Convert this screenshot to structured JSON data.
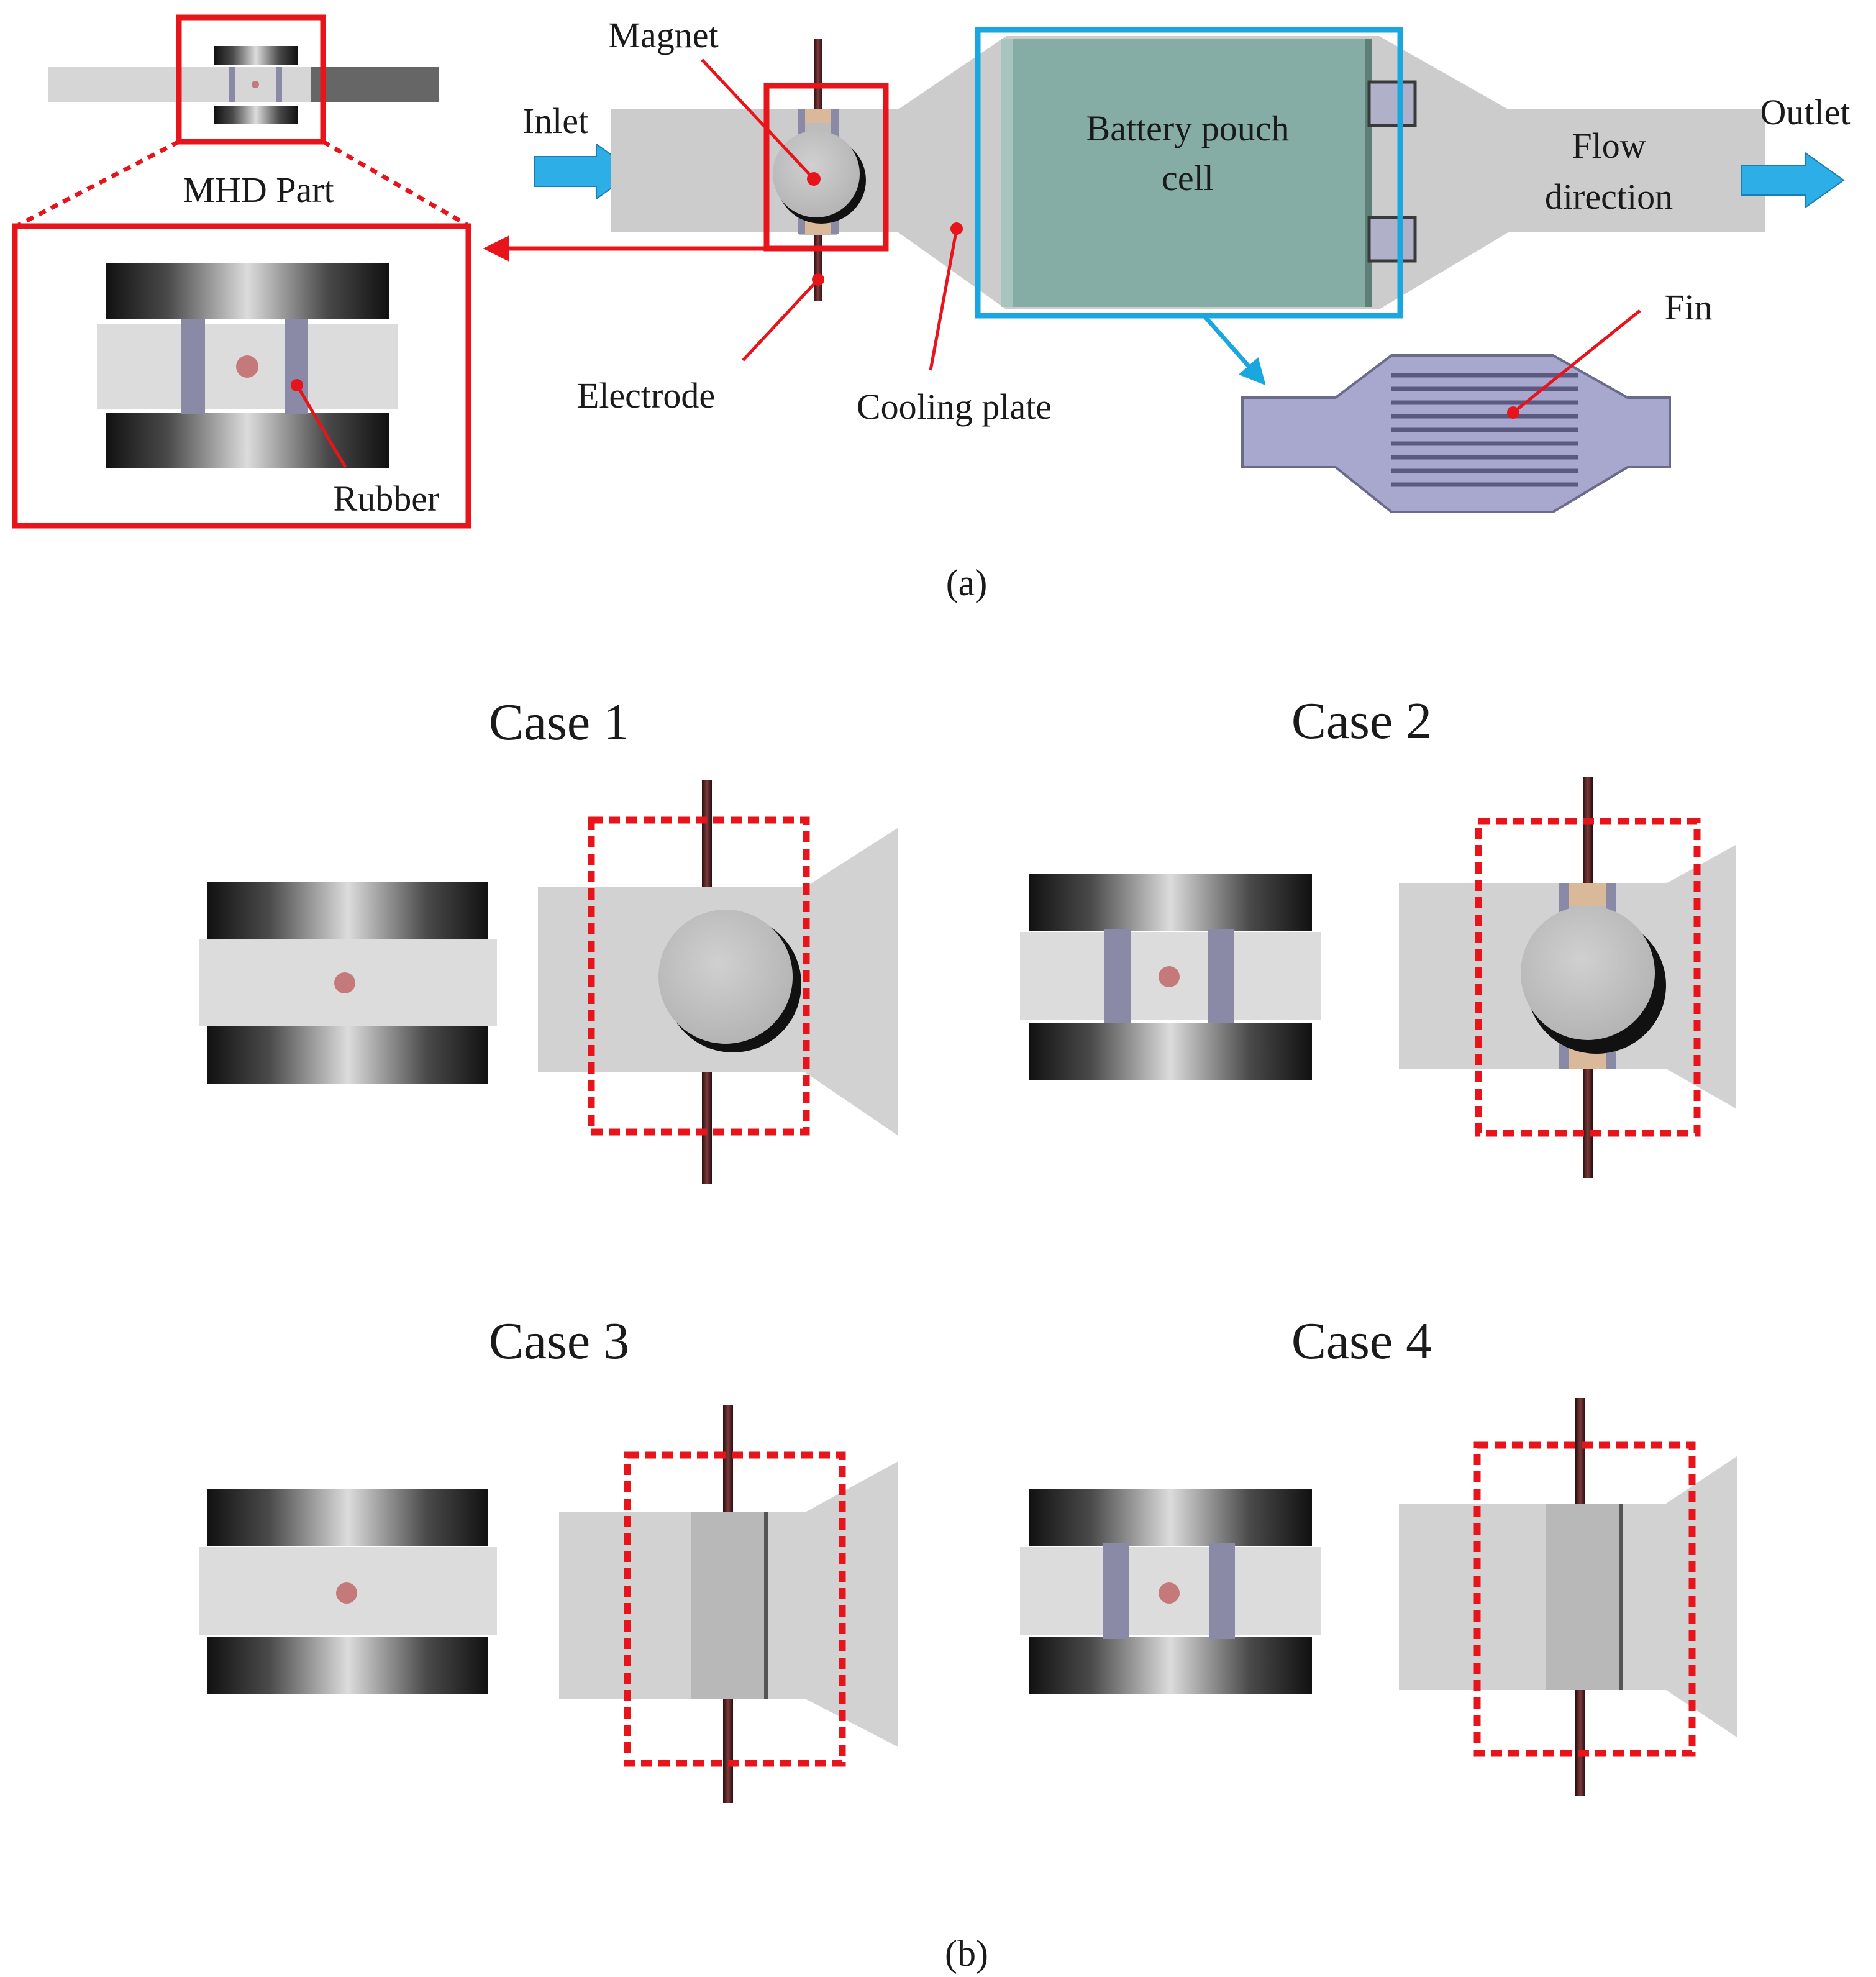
{
  "panel_a": {
    "label": "(a)",
    "labels": {
      "mhd_part": "MHD Part",
      "magnet": "Magnet",
      "inlet": "Inlet",
      "outlet": "Outlet",
      "battery_line1": "Battery pouch",
      "battery_line2": "cell",
      "flow_line1": "Flow",
      "flow_line2": "direction",
      "electrode": "Electrode",
      "cooling_plate": "Cooling plate",
      "fin": "Fin",
      "rubber": "Rubber"
    }
  },
  "panel_b": {
    "label": "(b)",
    "cases": [
      {
        "title": "Case 1"
      },
      {
        "title": "Case 2"
      },
      {
        "title": "Case 3"
      },
      {
        "title": "Case 4"
      }
    ]
  },
  "colors": {
    "highlight_red": "#e8141c",
    "highlight_blue": "#1aa7e0",
    "arrow_blue": "#2eaee6",
    "battery_teal": "#86ada5",
    "fin_purple": "#a8a8cf",
    "rubber_slate": "#8a8aa6",
    "channel_gray": "#cccccc",
    "electrode_brown": "#4a1c1c"
  }
}
